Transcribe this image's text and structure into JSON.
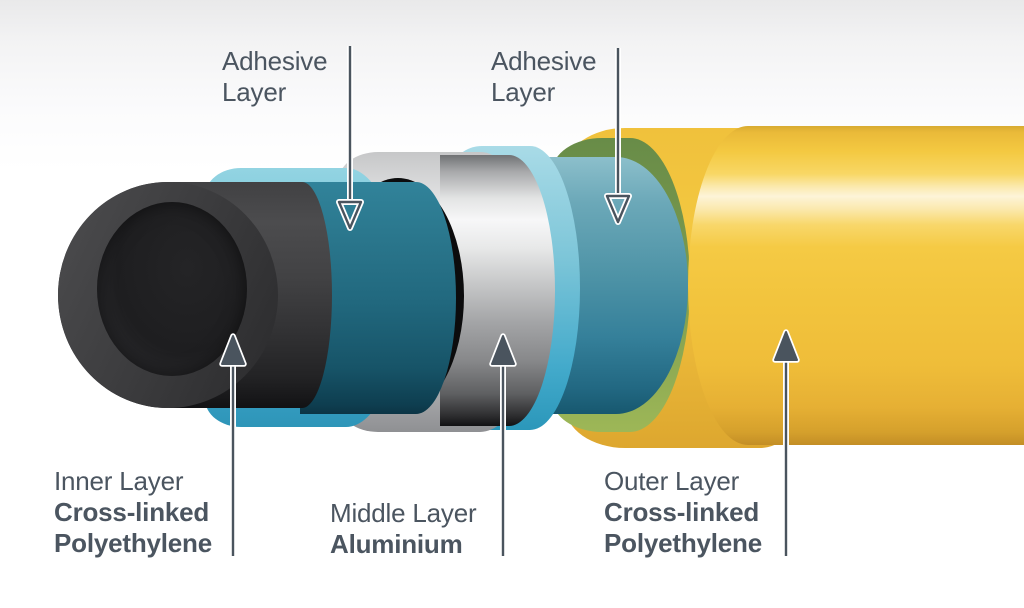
{
  "diagram": {
    "type": "multilayer-pipe-cutaway",
    "labels": {
      "adhesive1": {
        "line1": "Adhesive",
        "line2": "Layer"
      },
      "adhesive2": {
        "line1": "Adhesive",
        "line2": "Layer"
      },
      "inner": {
        "name": "Inner Layer",
        "material1": "Cross-linked",
        "material2": "Polyethylene"
      },
      "middle": {
        "name": "Middle Layer",
        "material1": "Aluminium"
      },
      "outer": {
        "name": "Outer Layer",
        "material1": "Cross-linked",
        "material2": "Polyethylene"
      }
    },
    "layers": [
      {
        "label": "Inner Layer",
        "material": "Cross-linked Polyethylene",
        "color": "#3a3a3c"
      },
      {
        "label": "Adhesive Layer",
        "material": "Adhesive",
        "color": "#21687e"
      },
      {
        "label": "Middle Layer",
        "material": "Aluminium",
        "color": "#d9dadb"
      },
      {
        "label": "Adhesive Layer",
        "material": "Adhesive",
        "color": "#4f94a7"
      },
      {
        "label": "Outer Layer",
        "material": "Cross-linked Polyethylene",
        "color": "#f2c43d"
      }
    ],
    "colors": {
      "text": "#4b5560",
      "arrow": "#4a545e",
      "adhesive_rim_light": "#93d4e2",
      "cap_shadow_green": "#7d9b4e",
      "background_top": "#e9e9ea",
      "background": "#ffffff"
    }
  }
}
